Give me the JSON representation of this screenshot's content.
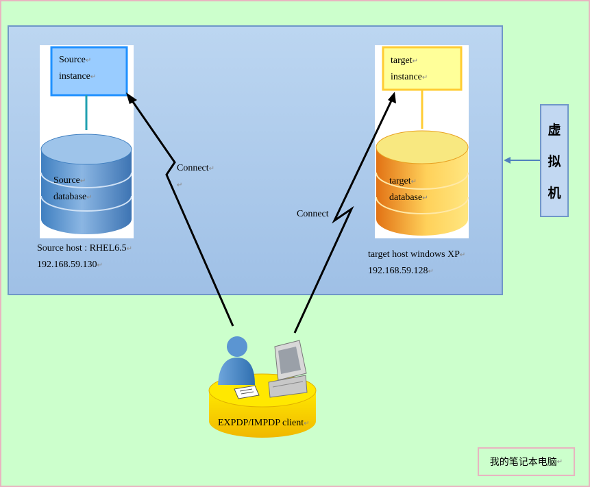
{
  "source": {
    "instance_lines": [
      "Source",
      "instance"
    ],
    "db_lines": [
      "Source",
      "database"
    ],
    "host_lines": [
      "Source host :  RHEL6.5",
      "192.168.59.130"
    ]
  },
  "target": {
    "instance_lines": [
      "target",
      "instance"
    ],
    "db_lines": [
      "target",
      "database"
    ],
    "host_lines": [
      "target host windows XP",
      "192.168.59.128"
    ]
  },
  "connections": [
    "Connect",
    "Connect"
  ],
  "client_label": "EXPDP/IMPDP client",
  "vm_label_chars": [
    "虚",
    "拟",
    "机"
  ],
  "laptop_label": "我的笔记本电脑",
  "colors": {
    "page_bg": "#ccffcc",
    "vm_bg": "#b8d3f0",
    "source_blue": "#5b9bd5",
    "target_orange": "#f0a030",
    "target_yellow": "#ffff99"
  }
}
